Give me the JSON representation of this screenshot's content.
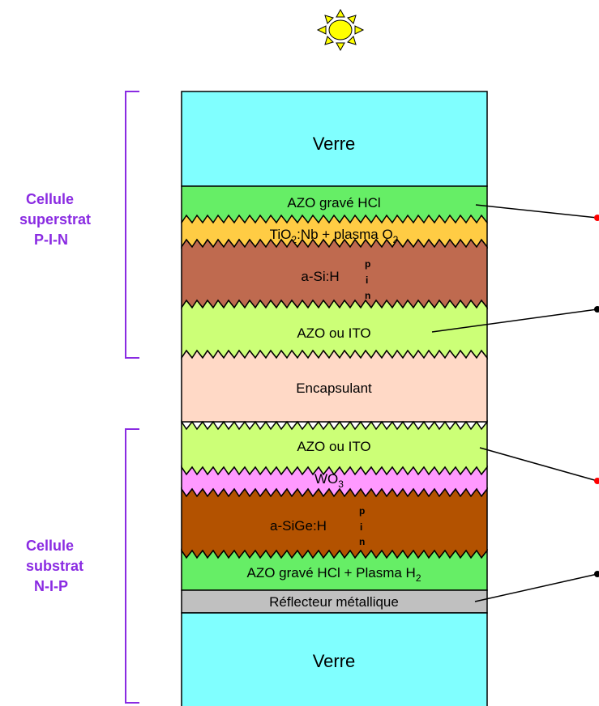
{
  "colors": {
    "glass": "#80ffff",
    "azo_etched": "#66ee66",
    "tio2": "#ffcc44",
    "asi": "#bf6a4f",
    "tco_light": "#ccff77",
    "encapsulant": "#ffd9c6",
    "wo3": "#ff99ff",
    "asige": "#b35200",
    "reflector": "#c0c0c0",
    "bracket": "#8a2be2",
    "sun": "#ffff00",
    "dot_red": "#ff0000",
    "dot_black": "#000000"
  },
  "icons": {
    "sun": "sun-icon"
  },
  "layers": {
    "glass_top": "Verre",
    "azo_hcl": "AZO gravé HCl",
    "tio2": {
      "prefix": "TiO",
      "sub1": "2",
      "mid": ":Nb + plasma O",
      "sub2": "2"
    },
    "asi": {
      "label": "a-Si:H",
      "p": "p",
      "i": "i",
      "n": "n"
    },
    "tco_top": "AZO ou ITO",
    "encapsulant": "Encapsulant",
    "tco_bottom": "AZO ou ITO",
    "wo3": {
      "prefix": "WO",
      "sub": "3"
    },
    "asige": {
      "label": "a-SiGe:H",
      "p": "p",
      "i": "i",
      "n": "n"
    },
    "azo_h2": {
      "prefix": "AZO gravé HCl + Plasma H",
      "sub": "2"
    },
    "reflector": "Réflecteur métallique",
    "glass_bottom": "Verre"
  },
  "cells": {
    "superstrat": {
      "line1": "Cellule",
      "line2": "superstrat",
      "line3": "P-I-N"
    },
    "substrat": {
      "line1": "Cellule",
      "line2": "substrat",
      "line3": "N-I-P"
    }
  }
}
